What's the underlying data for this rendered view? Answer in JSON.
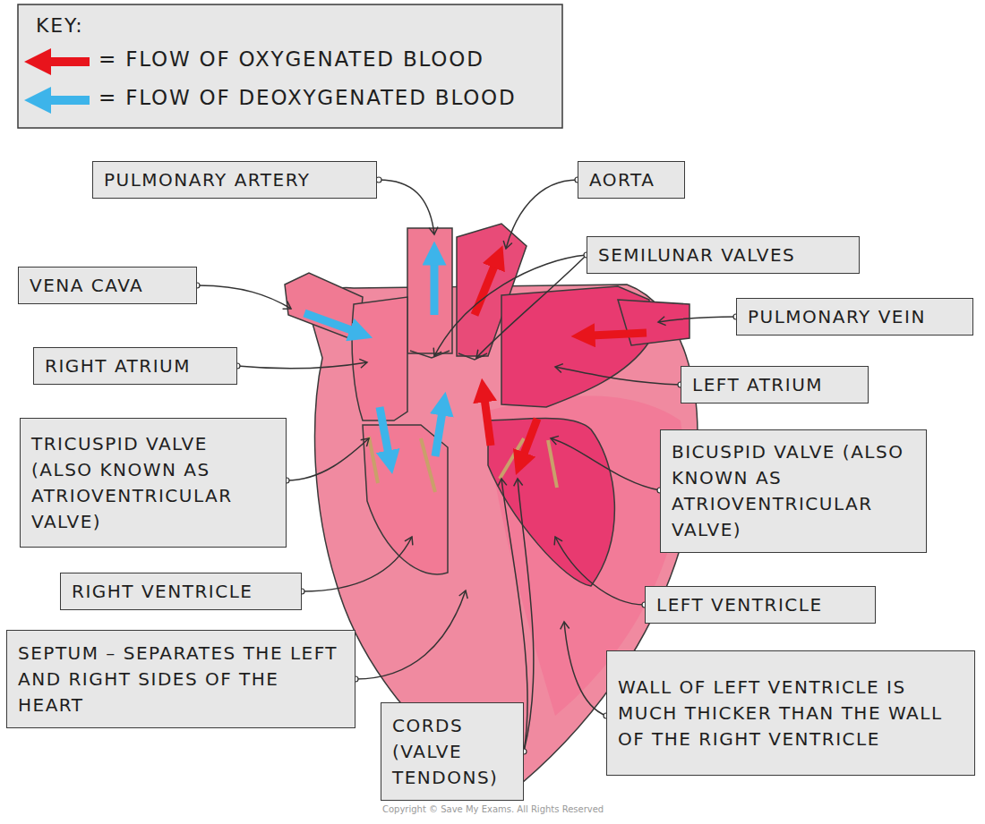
{
  "diagram": {
    "nodes": [
      {
        "text": [
          "PULMONARY ARTERY"
        ]
      },
      {
        "text": [
          "AORTA"
        ]
      },
      {
        "text": [
          "SEMILUNAR VALVES"
        ]
      },
      {
        "text": [
          "VENA CAVA"
        ]
      },
      {
        "text": [
          "PULMONARY VEIN"
        ]
      },
      {
        "text": [
          "RIGHT ATRIUM"
        ]
      },
      {
        "text": [
          "LEFT ATRIUM"
        ]
      },
      {
        "text": [
          "TRICUSPID VALVE (ALSO KNOWN AS ATRIOVENTRICULAR VALVE)"
        ]
      },
      {
        "text": [
          "BICUSPID VALVE (ALSO KNOWN AS ATRIOVENTRICULAR VALVE)"
        ]
      },
      {
        "text": [
          "RIGHT VENTRICLE"
        ]
      },
      {
        "text": [
          "LEFT VENTRICLE"
        ]
      },
      {
        "text": [
          "SEPTUM – SEPARATES THE LEFT AND RIGHT SIDES OF THE HEART"
        ]
      },
      {
        "text": [
          "WALL OF LEFT VENTRICLE IS MUCH THICKER THAN THE WALL OF THE RIGHT VENTRICLE"
        ]
      },
      {
        "text": [
          "CORDS (VALVE TENDONS)"
        ]
      }
    ],
    "labels": [
      "KEY:",
      "Copyright © Save My Exams. All Rights Reserved"
    ],
    "legend": [
      {
        "text": "= FLOW OF OXYGENATED BLOOD"
      },
      {
        "text": "= FLOW OF DEOXYGENATED BLOOD"
      }
    ]
  }
}
